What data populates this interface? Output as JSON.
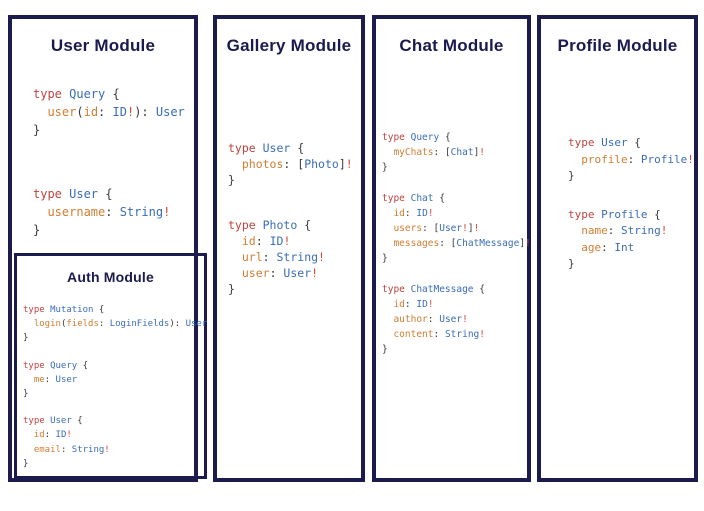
{
  "colors": {
    "border": "#1b1b4e",
    "title": "#1a1a4e",
    "keyword": "#bc4440",
    "type_name": "#3a6db7",
    "field": "#d17d33",
    "bang": "#d04a3e",
    "punctuation": "#3a3a3a",
    "background": "#ffffff"
  },
  "modules": {
    "user": {
      "title": "User Module",
      "blocks": [
        [
          [
            [
              "k",
              "type "
            ],
            [
              "t",
              "Query "
            ],
            [
              "p",
              "{"
            ]
          ],
          [
            [
              "p",
              "  "
            ],
            [
              "f",
              "user"
            ],
            [
              "p",
              "("
            ],
            [
              "f",
              "id"
            ],
            [
              "p",
              ": "
            ],
            [
              "t",
              "ID"
            ],
            [
              "b",
              "!"
            ],
            [
              "p",
              "): "
            ],
            [
              "t",
              "User"
            ]
          ],
          [
            [
              "p",
              "}"
            ]
          ]
        ],
        [
          [
            [
              "k",
              "type "
            ],
            [
              "t",
              "User "
            ],
            [
              "p",
              "{"
            ]
          ],
          [
            [
              "p",
              "  "
            ],
            [
              "f",
              "username"
            ],
            [
              "p",
              ": "
            ],
            [
              "t",
              "String"
            ],
            [
              "b",
              "!"
            ]
          ],
          [
            [
              "p",
              "}"
            ]
          ]
        ]
      ]
    },
    "auth": {
      "title": "Auth Module",
      "blocks": [
        [
          [
            [
              "k",
              "type "
            ],
            [
              "t",
              "Mutation "
            ],
            [
              "p",
              "{"
            ]
          ],
          [
            [
              "p",
              "  "
            ],
            [
              "f",
              "login"
            ],
            [
              "p",
              "("
            ],
            [
              "f",
              "fields"
            ],
            [
              "p",
              ": "
            ],
            [
              "t",
              "LoginFields"
            ],
            [
              "p",
              "): "
            ],
            [
              "t",
              "User"
            ]
          ],
          [
            [
              "p",
              "}"
            ]
          ]
        ],
        [
          [
            [
              "k",
              "type "
            ],
            [
              "t",
              "Query "
            ],
            [
              "p",
              "{"
            ]
          ],
          [
            [
              "p",
              "  "
            ],
            [
              "f",
              "me"
            ],
            [
              "p",
              ": "
            ],
            [
              "t",
              "User"
            ]
          ],
          [
            [
              "p",
              "}"
            ]
          ]
        ],
        [
          [
            [
              "k",
              "type "
            ],
            [
              "t",
              "User "
            ],
            [
              "p",
              "{"
            ]
          ],
          [
            [
              "p",
              "  "
            ],
            [
              "f",
              "id"
            ],
            [
              "p",
              ": "
            ],
            [
              "t",
              "ID"
            ],
            [
              "b",
              "!"
            ]
          ],
          [
            [
              "p",
              "  "
            ],
            [
              "f",
              "email"
            ],
            [
              "p",
              ": "
            ],
            [
              "t",
              "String"
            ],
            [
              "b",
              "!"
            ]
          ],
          [
            [
              "p",
              "}"
            ]
          ]
        ]
      ]
    },
    "gallery": {
      "title": "Gallery Module",
      "blocks": [
        [
          [
            [
              "k",
              "type "
            ],
            [
              "t",
              "User "
            ],
            [
              "p",
              "{"
            ]
          ],
          [
            [
              "p",
              "  "
            ],
            [
              "f",
              "photos"
            ],
            [
              "p",
              ": ["
            ],
            [
              "t",
              "Photo"
            ],
            [
              "p",
              "]"
            ],
            [
              "b",
              "!"
            ]
          ],
          [
            [
              "p",
              "}"
            ]
          ]
        ],
        [
          [
            [
              "k",
              "type "
            ],
            [
              "t",
              "Photo "
            ],
            [
              "p",
              "{"
            ]
          ],
          [
            [
              "p",
              "  "
            ],
            [
              "f",
              "id"
            ],
            [
              "p",
              ": "
            ],
            [
              "t",
              "ID"
            ],
            [
              "b",
              "!"
            ]
          ],
          [
            [
              "p",
              "  "
            ],
            [
              "f",
              "url"
            ],
            [
              "p",
              ": "
            ],
            [
              "t",
              "String"
            ],
            [
              "b",
              "!"
            ]
          ],
          [
            [
              "p",
              "  "
            ],
            [
              "f",
              "user"
            ],
            [
              "p",
              ": "
            ],
            [
              "t",
              "User"
            ],
            [
              "b",
              "!"
            ]
          ],
          [
            [
              "p",
              "}"
            ]
          ]
        ]
      ]
    },
    "chat": {
      "title": "Chat Module",
      "blocks": [
        [
          [
            [
              "k",
              "type "
            ],
            [
              "t",
              "Query "
            ],
            [
              "p",
              "{"
            ]
          ],
          [
            [
              "p",
              "  "
            ],
            [
              "f",
              "myChats"
            ],
            [
              "p",
              ": ["
            ],
            [
              "t",
              "Chat"
            ],
            [
              "p",
              "]"
            ],
            [
              "b",
              "!"
            ]
          ],
          [
            [
              "p",
              "}"
            ]
          ]
        ],
        [
          [
            [
              "k",
              "type "
            ],
            [
              "t",
              "Chat "
            ],
            [
              "p",
              "{"
            ]
          ],
          [
            [
              "p",
              "  "
            ],
            [
              "f",
              "id"
            ],
            [
              "p",
              ": "
            ],
            [
              "t",
              "ID"
            ],
            [
              "b",
              "!"
            ]
          ],
          [
            [
              "p",
              "  "
            ],
            [
              "f",
              "users"
            ],
            [
              "p",
              ": ["
            ],
            [
              "t",
              "User"
            ],
            [
              "b",
              "!"
            ],
            [
              "p",
              "]"
            ],
            [
              "b",
              "!"
            ]
          ],
          [
            [
              "p",
              "  "
            ],
            [
              "f",
              "messages"
            ],
            [
              "p",
              ": ["
            ],
            [
              "t",
              "ChatMessage"
            ],
            [
              "p",
              "]"
            ],
            [
              "b",
              "!"
            ]
          ],
          [
            [
              "p",
              "}"
            ]
          ]
        ],
        [
          [
            [
              "k",
              "type "
            ],
            [
              "t",
              "ChatMessage "
            ],
            [
              "p",
              "{"
            ]
          ],
          [
            [
              "p",
              "  "
            ],
            [
              "f",
              "id"
            ],
            [
              "p",
              ": "
            ],
            [
              "t",
              "ID"
            ],
            [
              "b",
              "!"
            ]
          ],
          [
            [
              "p",
              "  "
            ],
            [
              "f",
              "author"
            ],
            [
              "p",
              ": "
            ],
            [
              "t",
              "User"
            ],
            [
              "b",
              "!"
            ]
          ],
          [
            [
              "p",
              "  "
            ],
            [
              "f",
              "content"
            ],
            [
              "p",
              ": "
            ],
            [
              "t",
              "String"
            ],
            [
              "b",
              "!"
            ]
          ],
          [
            [
              "p",
              "}"
            ]
          ]
        ]
      ]
    },
    "profile": {
      "title": "Profile Module",
      "blocks": [
        [
          [
            [
              "k",
              "type "
            ],
            [
              "t",
              "User "
            ],
            [
              "p",
              "{"
            ]
          ],
          [
            [
              "p",
              "  "
            ],
            [
              "f",
              "profile"
            ],
            [
              "p",
              ": "
            ],
            [
              "t",
              "Profile"
            ],
            [
              "b",
              "!"
            ]
          ],
          [
            [
              "p",
              "}"
            ]
          ]
        ],
        [
          [
            [
              "k",
              "type "
            ],
            [
              "t",
              "Profile "
            ],
            [
              "p",
              "{"
            ]
          ],
          [
            [
              "p",
              "  "
            ],
            [
              "f",
              "name"
            ],
            [
              "p",
              ": "
            ],
            [
              "t",
              "String"
            ],
            [
              "b",
              "!"
            ]
          ],
          [
            [
              "p",
              "  "
            ],
            [
              "f",
              "age"
            ],
            [
              "p",
              ": "
            ],
            [
              "t",
              "Int"
            ]
          ],
          [
            [
              "p",
              "}"
            ]
          ]
        ]
      ]
    }
  }
}
